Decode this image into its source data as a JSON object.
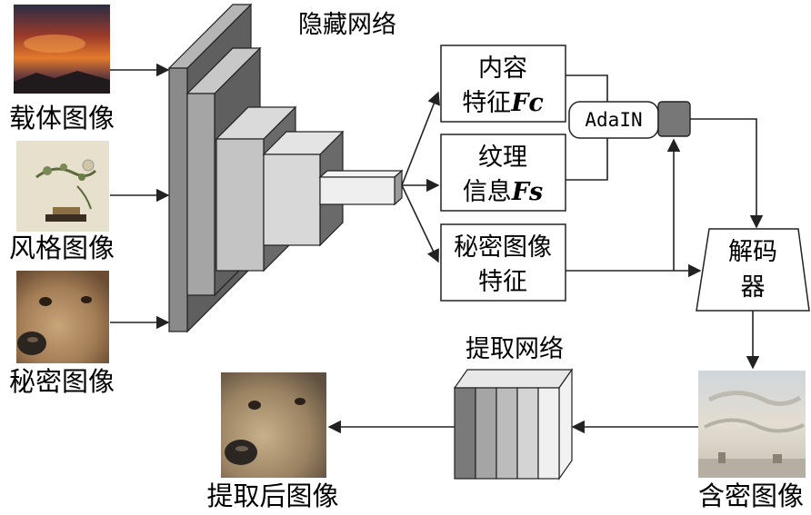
{
  "inputs": {
    "cover": "载体图像",
    "style": "风格图像",
    "secret": "秘密图像"
  },
  "hiding_network": {
    "title": "隐藏网络"
  },
  "features": {
    "content_line1": "内容",
    "content_line2_prefix": "特征",
    "content_symbol": "Fc",
    "texture_line1": "纹理",
    "texture_line2_prefix": "信息",
    "texture_symbol": "Fs",
    "secret_line1": "秘密图像",
    "secret_line2": "特征"
  },
  "adain": {
    "label": "AdaIN"
  },
  "decoder": {
    "line1": "解码",
    "line2": "器"
  },
  "stego": {
    "label": "含密图像"
  },
  "extraction_network": {
    "title": "提取网络"
  },
  "recovered": {
    "label": "提取后图像"
  },
  "colors": {
    "dark_gray": "#7a7a7a",
    "mid_gray": "#a5a5a5",
    "light_gray": "#cfcfcf",
    "lighter_gray": "#e2e2e2",
    "lightest_gray": "#f0f0f0",
    "adain_out": "#777777"
  }
}
